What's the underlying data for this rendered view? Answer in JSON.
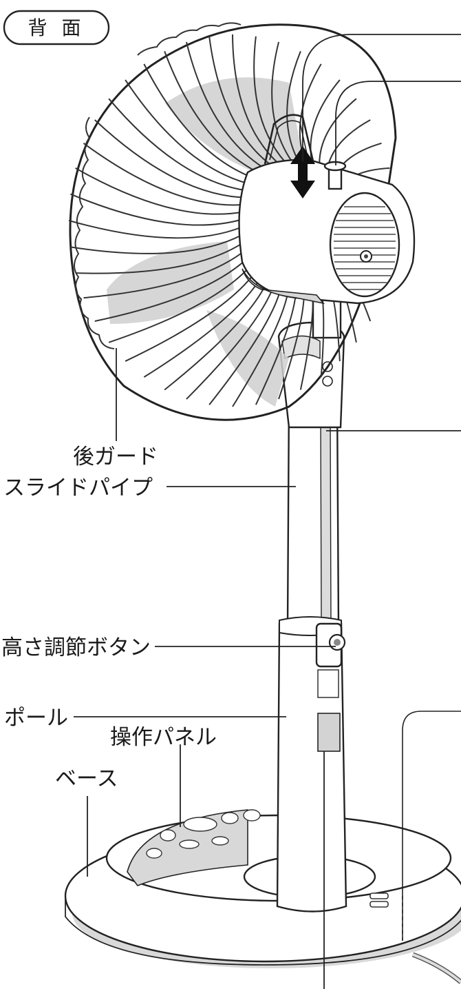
{
  "title_badge": "背 面",
  "labels": {
    "rear_guard": "後ガード",
    "slide_pipe": "スライドパイプ",
    "height_button": "高さ調節ボタン",
    "pole": "ポール",
    "control_panel": "操作パネル",
    "base": "ベース"
  },
  "icons": [
    "up-down-arrow-icon"
  ]
}
